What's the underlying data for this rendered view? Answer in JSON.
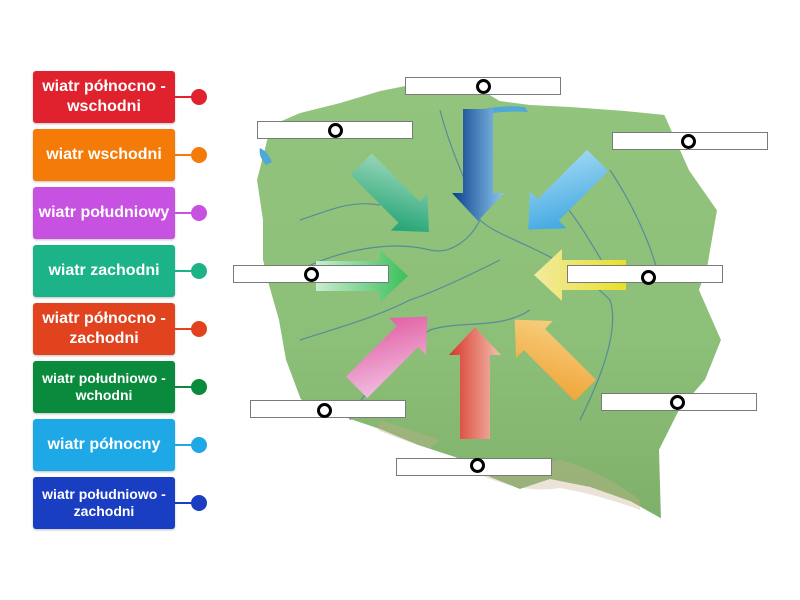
{
  "colors": {
    "land": "#8fc07a",
    "land_light": "#a6d08f",
    "border": "#ffffff",
    "water": "#4fa8d6",
    "river": "#3f77a8",
    "tile_red": "#e0222f",
    "tile_orange": "#f47b07",
    "tile_purple": "#c751e0",
    "tile_teal": "#1db389",
    "tile_redorange": "#e0431e",
    "tile_green": "#0a8a3c",
    "tile_lightblue": "#1fa8e6",
    "tile_blue": "#1a3ec2"
  },
  "tiles": [
    {
      "label": "wiatr północno - wschodni",
      "color": "#e0222f"
    },
    {
      "label": "wiatr wschodni",
      "color": "#f47b07"
    },
    {
      "label": "wiatr południowy",
      "color": "#c751e0"
    },
    {
      "label": "wiatr zachodni",
      "color": "#1db389"
    },
    {
      "label": "wiatr północno - zachodni",
      "color": "#e0431e"
    },
    {
      "label": "wiatr południowo - wchodni",
      "color": "#0a8a3c"
    },
    {
      "label": "wiatr północny",
      "color": "#1fa8e6"
    },
    {
      "label": "wiatr południowo - zachodni",
      "color": "#1a3ec2"
    }
  ],
  "arrows": [
    {
      "name": "north",
      "colors": [
        "#8ec7ef",
        "#0a3f8a"
      ]
    },
    {
      "name": "northwest",
      "colors": [
        "#a8dcc0",
        "#0a9a68"
      ]
    },
    {
      "name": "northeast",
      "colors": [
        "#2f9fe0",
        "#a9dcf4"
      ]
    },
    {
      "name": "west",
      "colors": [
        "#c9ecd0",
        "#39c05a"
      ]
    },
    {
      "name": "east",
      "colors": [
        "#f2eaa0",
        "#e8e02a"
      ]
    },
    {
      "name": "southwest",
      "colors": [
        "#f2c9e8",
        "#e0509a"
      ]
    },
    {
      "name": "south",
      "colors": [
        "#f2c0b0",
        "#d7362a"
      ]
    },
    {
      "name": "southeast",
      "colors": [
        "#f7d58a",
        "#f0a030"
      ]
    }
  ]
}
